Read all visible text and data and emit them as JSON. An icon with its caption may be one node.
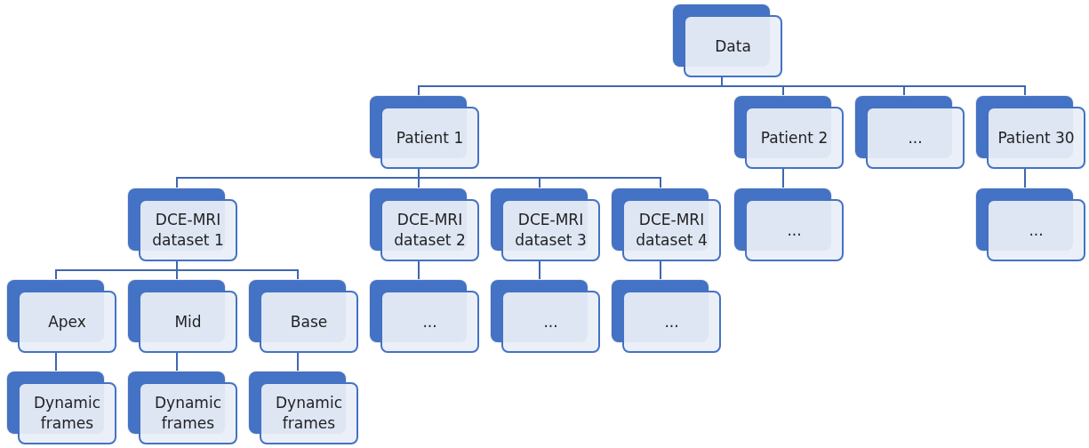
{
  "diagram": {
    "nodes": [
      {
        "text": [
          "Data"
        ]
      },
      {
        "text": [
          "Patient 1"
        ]
      },
      {
        "text": [
          "Patient 2"
        ]
      },
      {
        "text": [
          "..."
        ]
      },
      {
        "text": [
          "Patient 30"
        ]
      },
      {
        "text": [
          "DCE-MRI dataset 1"
        ]
      },
      {
        "text": [
          "DCE-MRI dataset 2"
        ]
      },
      {
        "text": [
          "DCE-MRI dataset 3"
        ]
      },
      {
        "text": [
          "DCE-MRI dataset 4"
        ]
      },
      {
        "text": [
          "..."
        ]
      },
      {
        "text": [
          "..."
        ]
      },
      {
        "text": [
          "Apex"
        ]
      },
      {
        "text": [
          "Mid"
        ]
      },
      {
        "text": [
          "Base"
        ]
      },
      {
        "text": [
          "..."
        ]
      },
      {
        "text": [
          "..."
        ]
      },
      {
        "text": [
          "..."
        ]
      },
      {
        "text": [
          "Dynamic frames"
        ]
      },
      {
        "text": [
          "Dynamic frames"
        ]
      },
      {
        "text": [
          "Dynamic frames"
        ]
      }
    ],
    "edges": [
      {
        "from": 0,
        "to": 1,
        "arrow": "none"
      },
      {
        "from": 0,
        "to": 2,
        "arrow": "none"
      },
      {
        "from": 0,
        "to": 3,
        "arrow": "none"
      },
      {
        "from": 0,
        "to": 4,
        "arrow": "none"
      },
      {
        "from": 1,
        "to": 5,
        "arrow": "none"
      },
      {
        "from": 1,
        "to": 6,
        "arrow": "none"
      },
      {
        "from": 1,
        "to": 7,
        "arrow": "none"
      },
      {
        "from": 1,
        "to": 8,
        "arrow": "none"
      },
      {
        "from": 2,
        "to": 9,
        "arrow": "none"
      },
      {
        "from": 4,
        "to": 10,
        "arrow": "none"
      },
      {
        "from": 5,
        "to": 11,
        "arrow": "none"
      },
      {
        "from": 5,
        "to": 12,
        "arrow": "none"
      },
      {
        "from": 5,
        "to": 13,
        "arrow": "none"
      },
      {
        "from": 6,
        "to": 14,
        "arrow": "none"
      },
      {
        "from": 7,
        "to": 15,
        "arrow": "none"
      },
      {
        "from": 8,
        "to": 16,
        "arrow": "none"
      },
      {
        "from": 11,
        "to": 17,
        "arrow": "none"
      },
      {
        "from": 12,
        "to": 18,
        "arrow": "none"
      },
      {
        "from": 13,
        "to": 19,
        "arrow": "none"
      }
    ]
  }
}
